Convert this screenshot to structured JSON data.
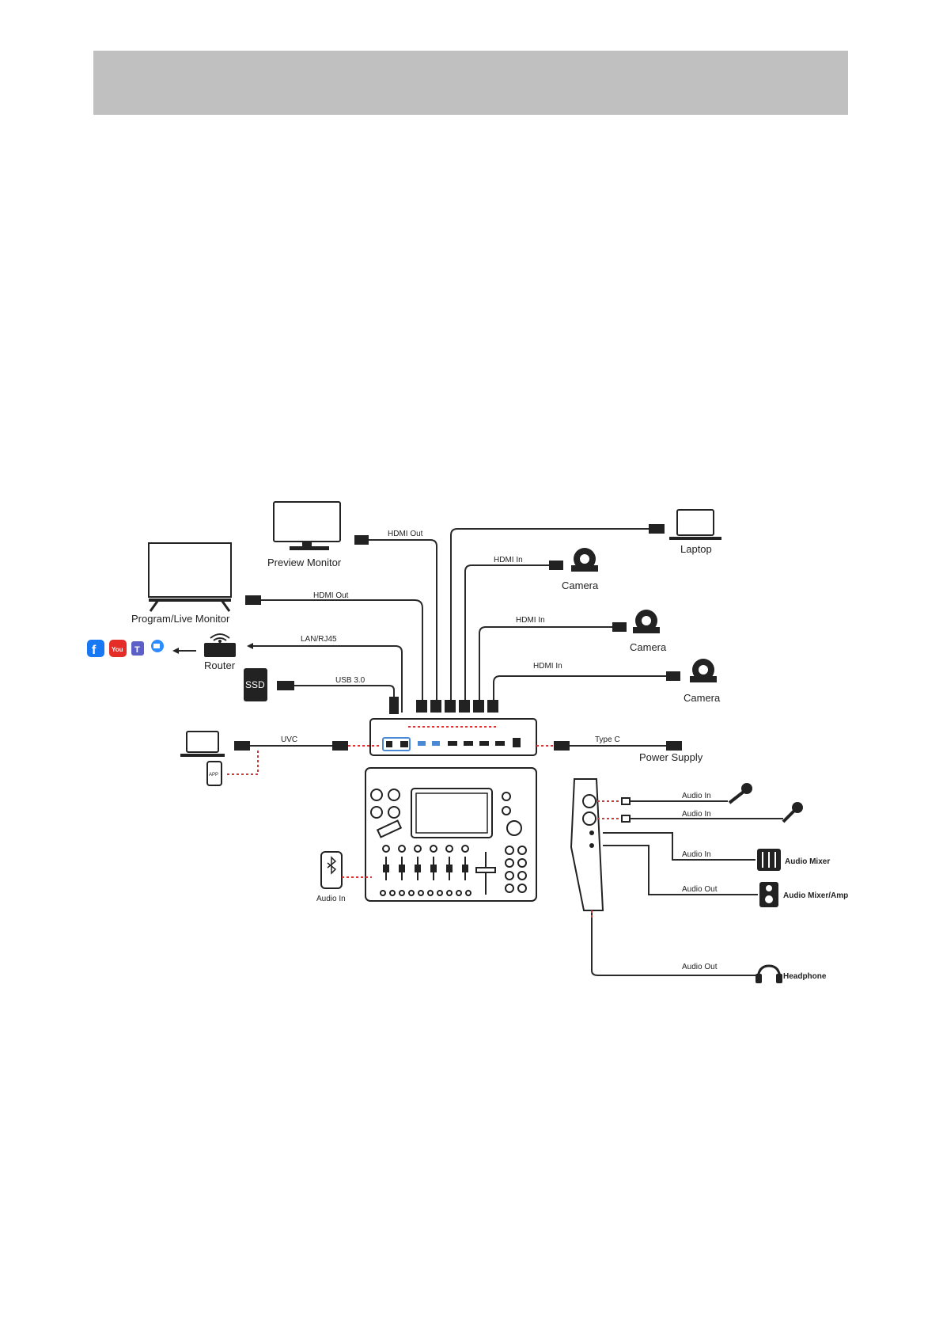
{
  "header": {
    "color": "#c0c0c0"
  },
  "colors": {
    "accent_dashed": "#d23a3a",
    "line": "#2a2a2a"
  },
  "devices": {
    "preview_monitor": "Preview Monitor",
    "program_monitor": "Program/Live Monitor",
    "router": "Router",
    "ssd": "SSD",
    "laptop": "Laptop",
    "camera_1": "Camera",
    "camera_2": "Camera",
    "camera_3": "Camera",
    "power_supply": "Power Supply",
    "audio_mixer": "Audio Mixer",
    "audio_mixer_amp": "Audio Mixer/Amp",
    "headphone": "Headphone",
    "bluetooth_audio_in": "Audio In",
    "app_badge": "APP"
  },
  "cables": {
    "hdmi_out_preview": "HDMI Out",
    "hdmi_out_program": "HDMI Out",
    "lan": "LAN/RJ45",
    "usb": "USB 3.0",
    "hdmi_in_1": "HDMI In",
    "hdmi_in_2": "HDMI In",
    "hdmi_in_3": "HDMI In",
    "uvc": "UVC",
    "type_c": "Type C",
    "audio_in_1": "Audio In",
    "audio_in_2": "Audio In",
    "audio_in_3": "Audio In",
    "audio_out_1": "Audio Out",
    "audio_out_2": "Audio Out"
  },
  "streaming_icons": [
    "facebook-icon",
    "youtube-icon",
    "teams-icon",
    "zoom-icon"
  ]
}
